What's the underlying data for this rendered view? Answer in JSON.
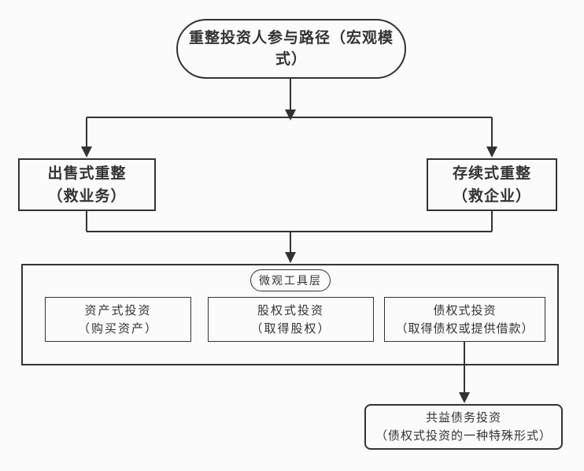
{
  "diagram": {
    "root": {
      "line1": "重整投资人参与路径（宏观模",
      "line2": "式）"
    },
    "branch_left": {
      "line1": "出售式重整",
      "line2": "（救业务）"
    },
    "branch_right": {
      "line1": "存续式重整",
      "line2": "（救企业）"
    },
    "micro_layer_label": "微观工具层",
    "tools": [
      {
        "line1": "资产式投资",
        "line2": "（购买资产）"
      },
      {
        "line1": "股权式投资",
        "line2": "（取得股权）"
      },
      {
        "line1": "债权式投资",
        "line2": "（取得债权或提供借款）"
      }
    ],
    "special": {
      "line1": "共益债务投资",
      "line2": "（债权式投资的一种特殊形式）"
    },
    "colors": {
      "line": "#333333",
      "text": "#333333",
      "background": "#fbfbfb"
    }
  }
}
